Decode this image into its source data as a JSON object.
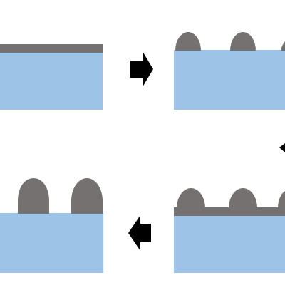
{
  "diagram": {
    "colors": {
      "substrate": "#9dc3e6",
      "film": "#767171",
      "arrow": "#000000",
      "background": "#ffffff"
    },
    "steps": [
      {
        "name": "thin-film-layer"
      },
      {
        "name": "isolated-islands"
      },
      {
        "name": "islands-on-wetting-layer"
      },
      {
        "name": "tall-grown-islands"
      }
    ],
    "arrows": [
      "right",
      "down",
      "left"
    ]
  }
}
